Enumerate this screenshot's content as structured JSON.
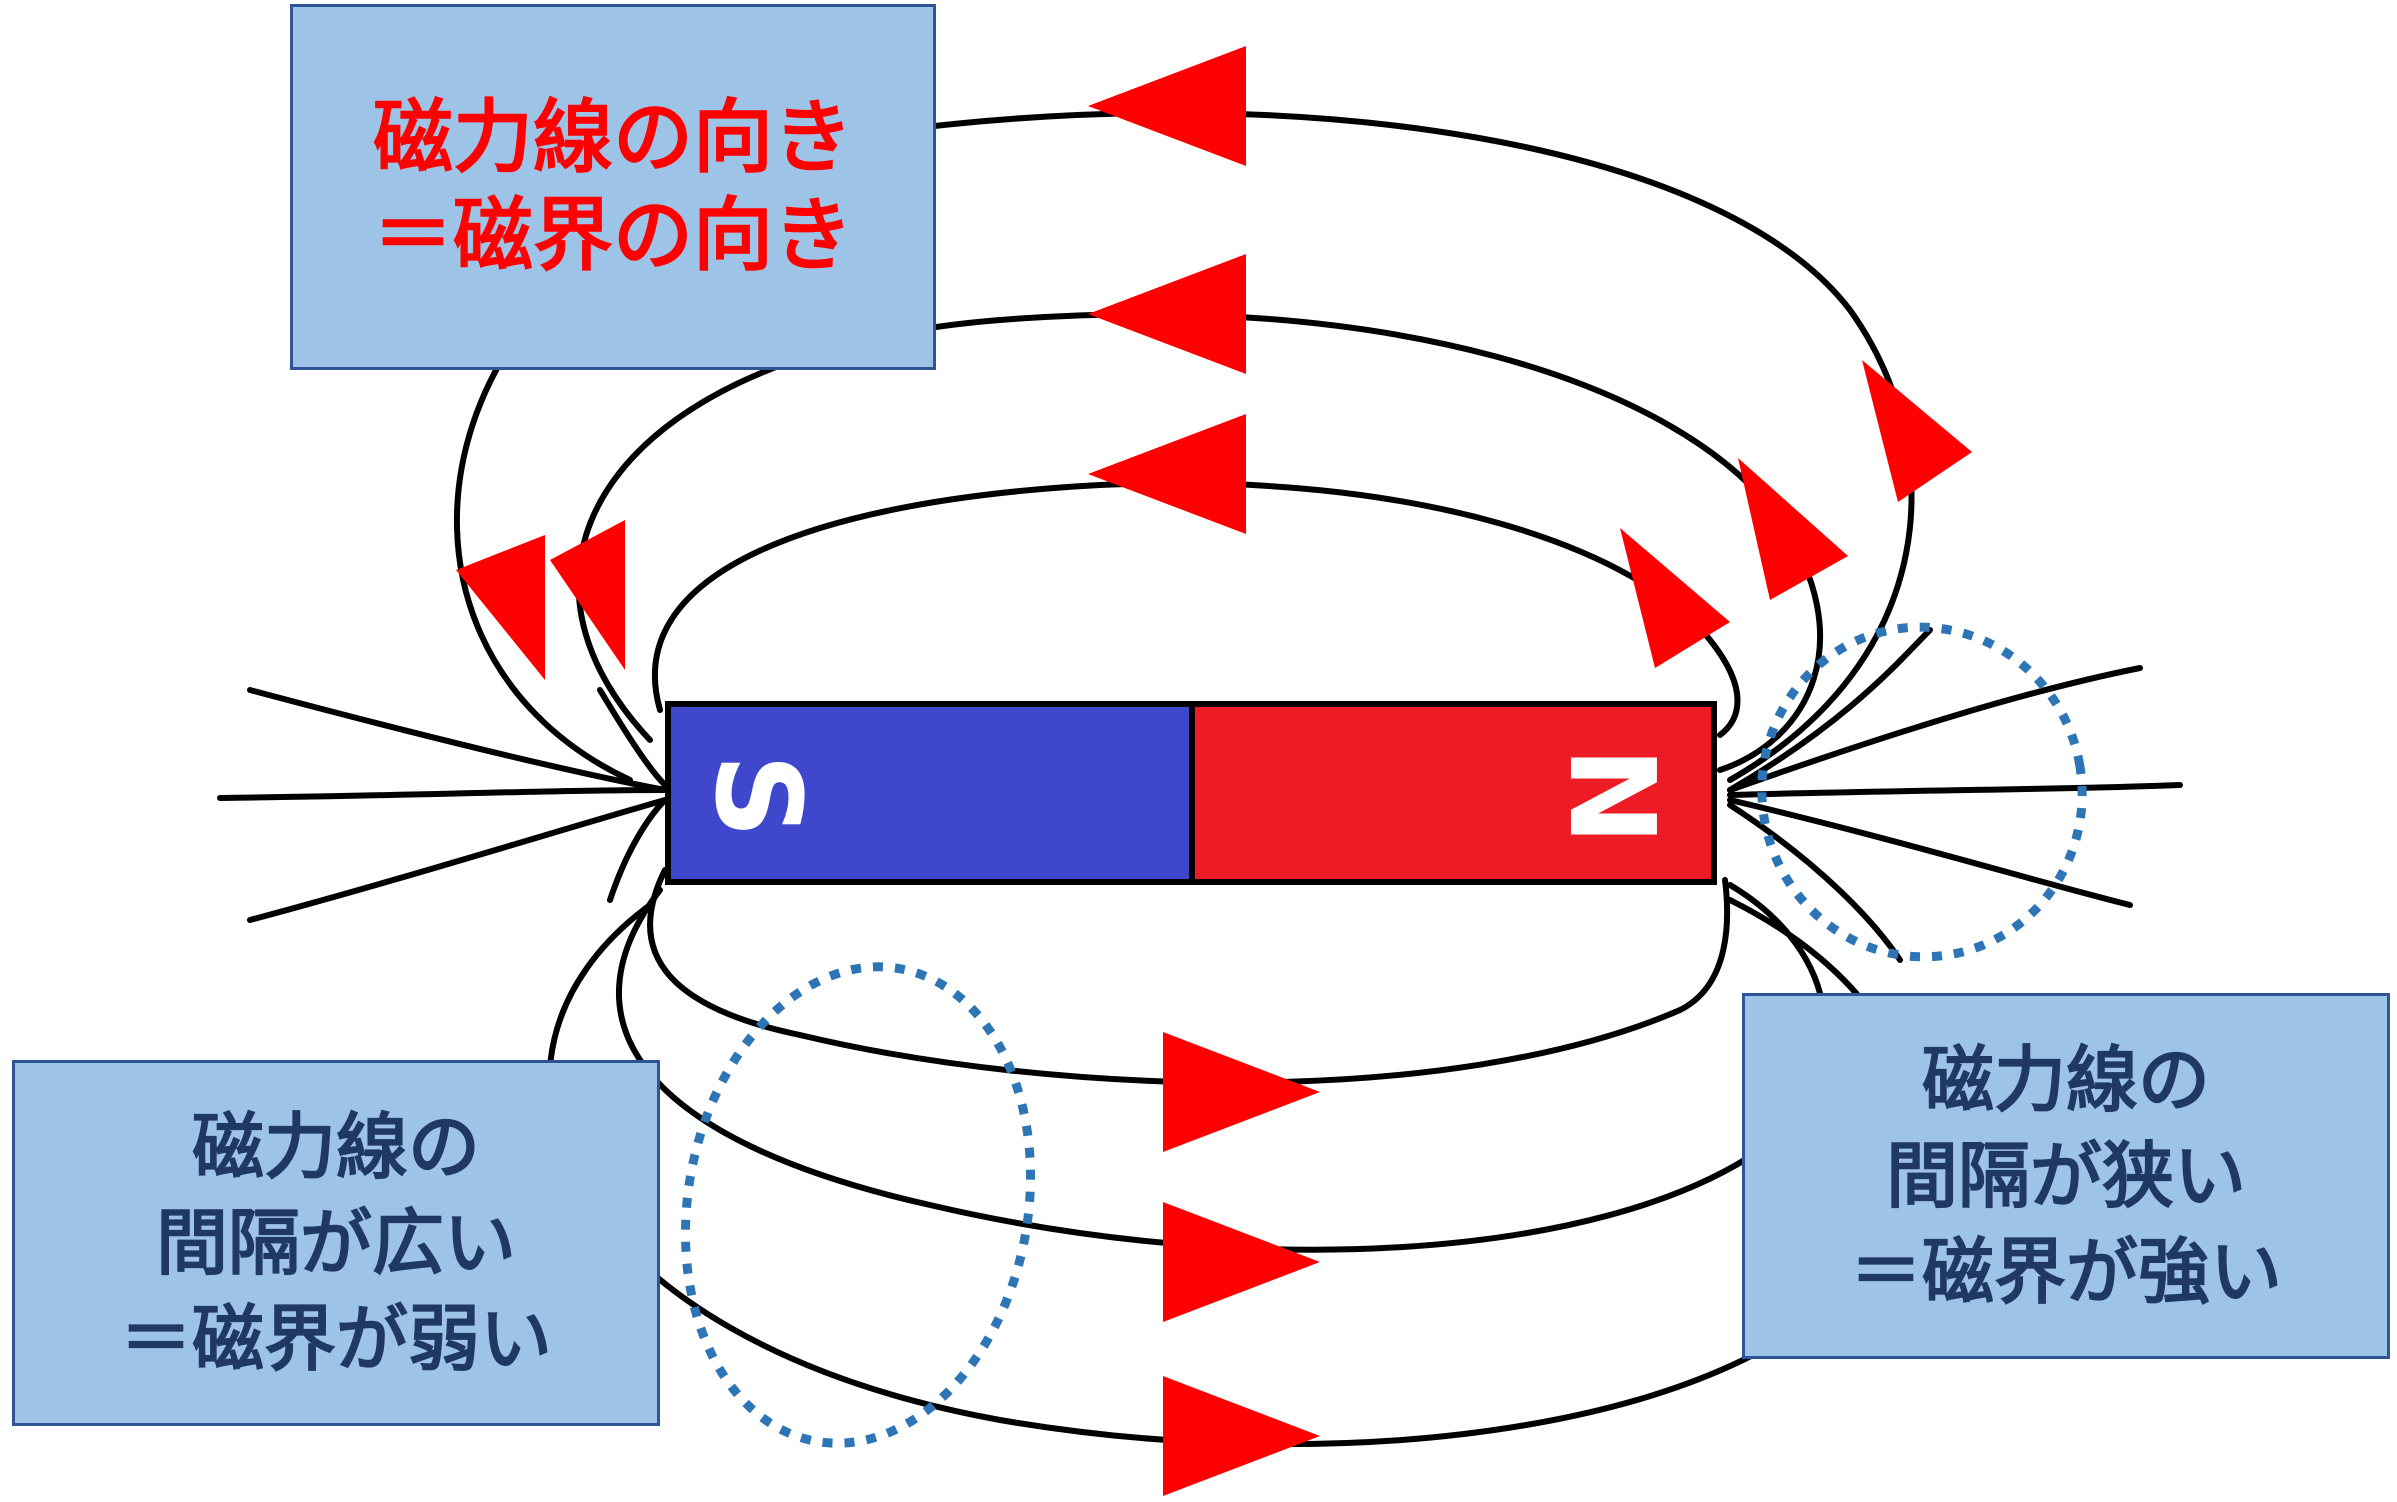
{
  "magnet": {
    "s_label": "S",
    "n_label": "N",
    "s_color": "#3f48cc",
    "n_color": "#ed1c24"
  },
  "labels": {
    "direction": [
      "磁力線の向き",
      "＝磁界の向き"
    ],
    "wide": [
      "磁力線の",
      "間隔が広い",
      "＝磁界が弱い"
    ],
    "narrow": [
      "磁力線の",
      "間隔が狭い",
      "＝磁界が強い"
    ]
  },
  "colors": {
    "field_line": "#000000",
    "arrow": "#ff0000",
    "highlight_ellipse": "#2e75b6",
    "box_fill": "#9dc3e6",
    "direction_text": "#ff0000",
    "info_text": "#1f3864"
  }
}
